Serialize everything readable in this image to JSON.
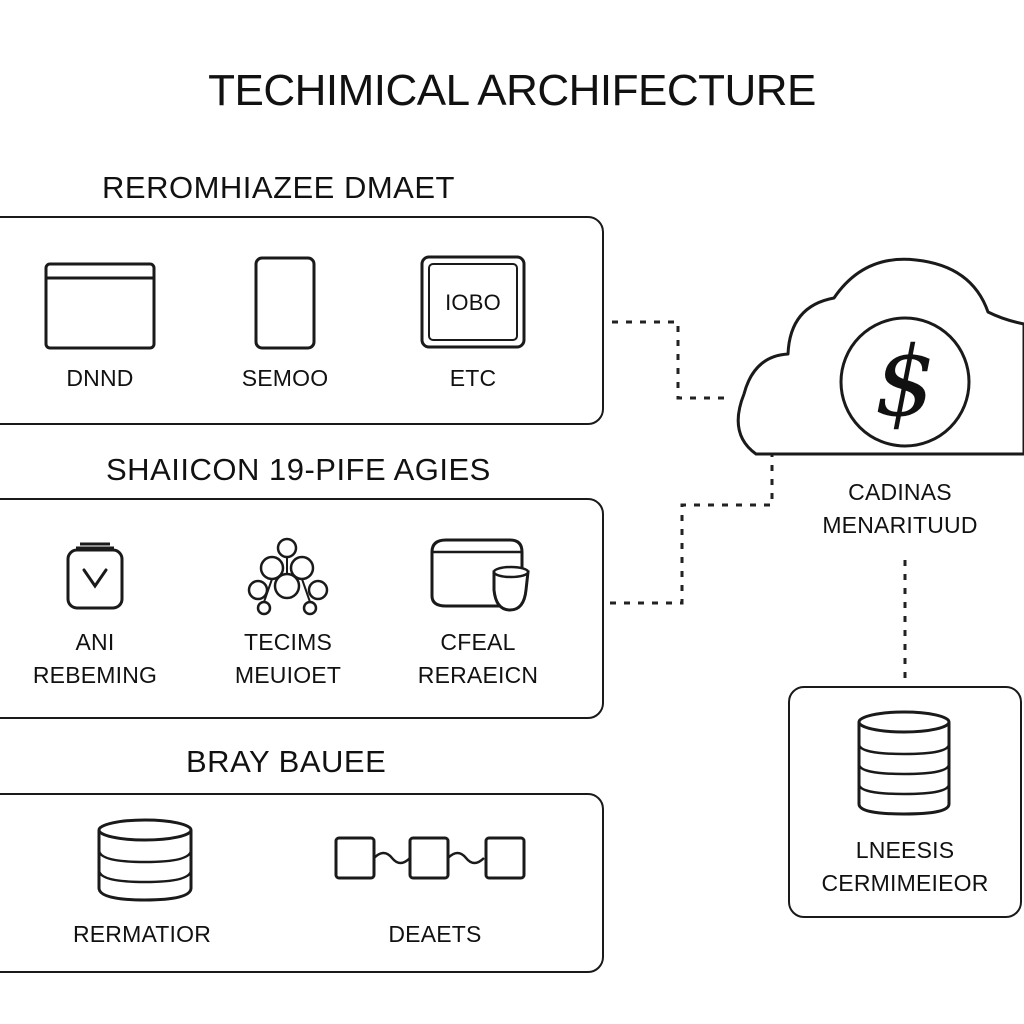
{
  "title": "TECHIMICAL ARCHIFECTURE",
  "sections": [
    {
      "label": "REROMHIAZEE DMAET",
      "items": [
        {
          "icon": "browser-window-icon",
          "caption": "DNND"
        },
        {
          "icon": "mobile-device-icon",
          "caption": "SEMOO"
        },
        {
          "icon": "terminal-box-icon",
          "icon_text": "IOBO",
          "caption": "ETC"
        }
      ]
    },
    {
      "label": "SHAIICON 19-PIFE AGIES",
      "items": [
        {
          "icon": "shield-container-icon",
          "caption": "ANI\nREBEMING"
        },
        {
          "icon": "molecule-cluster-icon",
          "caption": "TECIMS\nMEUIOET"
        },
        {
          "icon": "storage-drive-icon",
          "caption": "CFEAL\nRERAEICN"
        }
      ]
    },
    {
      "label": "BRAY BAUEE",
      "items": [
        {
          "icon": "database-cylinder-icon",
          "caption": "RERMATIOR"
        },
        {
          "icon": "linked-nodes-icon",
          "caption": "DEAETS"
        }
      ]
    }
  ],
  "cloud": {
    "icon": "cloud-icon",
    "symbol": "$",
    "symbol_icon": "currency-coin-icon",
    "caption": "CADINAS\nMENARITUUD"
  },
  "store": {
    "icon": "database-stack-icon",
    "caption": "LNEESIS\nCERMIMEIEOR"
  }
}
